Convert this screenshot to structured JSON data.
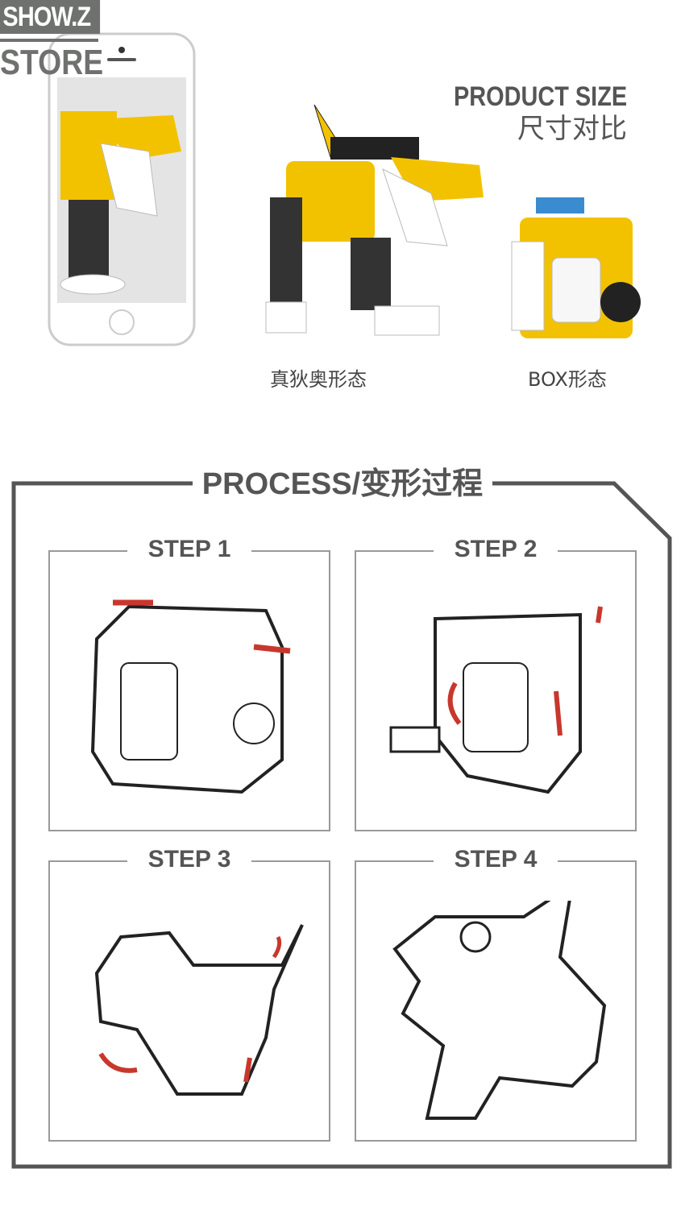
{
  "logo": {
    "line1": "SHOW.Z",
    "line2": "STORE"
  },
  "product_size": {
    "title_en": "PRODUCT SIZE",
    "title_cn": "尺寸对比"
  },
  "captions": {
    "dino_form": "真狄奥形态",
    "box_form": "BOX形态"
  },
  "process": {
    "title": "PROCESS/变形过程"
  },
  "steps": [
    {
      "label": "STEP 1"
    },
    {
      "label": "STEP 2"
    },
    {
      "label": "STEP 3"
    },
    {
      "label": "STEP 4"
    }
  ],
  "colors": {
    "toy_yellow": "#f2c200",
    "frame_gray": "#555555",
    "arrow_red": "#c8372d"
  }
}
